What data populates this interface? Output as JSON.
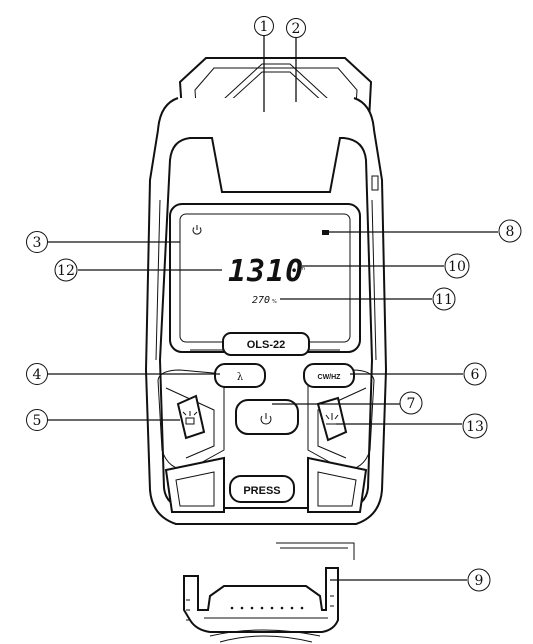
{
  "display": {
    "wavelength": "1310",
    "wavelength_unit": "nm",
    "power_value": "270",
    "power_unit": "%"
  },
  "device": {
    "model": "OLS-22",
    "press_label": "PRESS"
  },
  "buttons": {
    "lambda": "λ",
    "cw_hz": "CW/HZ"
  },
  "callouts": [
    {
      "id": 1,
      "label": "①"
    },
    {
      "id": 2,
      "label": "②"
    },
    {
      "id": 3,
      "label": "③"
    },
    {
      "id": 4,
      "label": "④"
    },
    {
      "id": 5,
      "label": "⑤"
    },
    {
      "id": 6,
      "label": "⑥"
    },
    {
      "id": 7,
      "label": "⑦"
    },
    {
      "id": 8,
      "label": "⑧"
    },
    {
      "id": 9,
      "label": "⑨"
    },
    {
      "id": 10,
      "label": "⑩"
    },
    {
      "id": 11,
      "label": "⑪"
    },
    {
      "id": 12,
      "label": "⑫"
    },
    {
      "id": 13,
      "label": "⑬"
    }
  ],
  "icons": {
    "power": "power-icon",
    "battery": "battery-icon",
    "laser_left": "laser-flash-icon",
    "laser_right": "laser-flash-icon"
  }
}
